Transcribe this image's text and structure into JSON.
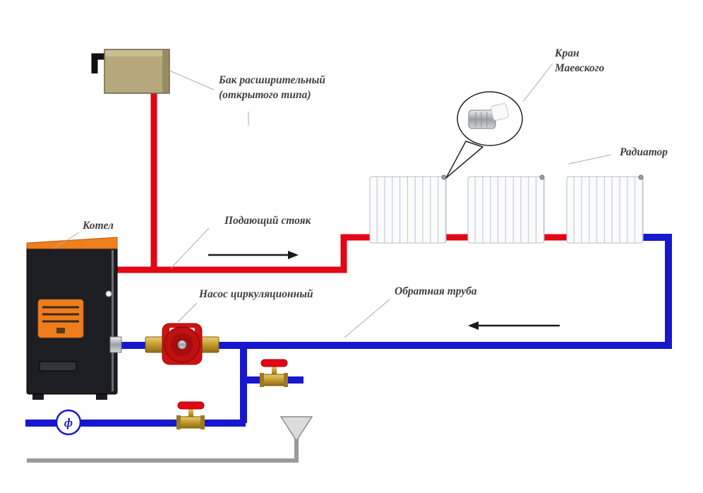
{
  "labels": {
    "expansion_tank_line1": "Бак расширительный",
    "expansion_tank_line2": "(открытого типа)",
    "mayevsky_line1": "Кран",
    "mayevsky_line2": "Маевского",
    "radiator": "Радиатор",
    "boiler": "Котел",
    "supply_riser": "Подающий стояк",
    "pump": "Насос циркуляционный",
    "return_pipe": "Обратная труба",
    "filter_symbol": "ф"
  },
  "colors": {
    "supply_pipe": "#e30613",
    "return_pipe": "#1717cd",
    "drain_pipe": "#9b9b9b",
    "boiler_accent": "#f07f1d",
    "tank_body": "#b5a87c",
    "valve_handle": "#e30613",
    "brass_fitting": "#c19a2e",
    "label_text": "#3f3f3f"
  }
}
